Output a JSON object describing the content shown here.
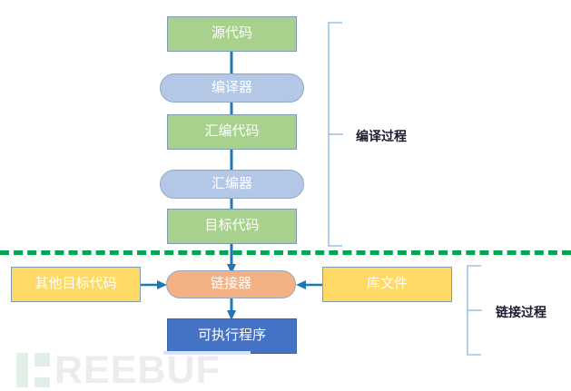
{
  "diagram": {
    "title_text": "",
    "colors": {
      "green": "#a9d18e",
      "blue": "#b4c7e7",
      "yellow": "#ffd966",
      "orange": "#f4b183",
      "navy": "#4472c4",
      "arrow": "#1f78b4",
      "divider": "#00a650",
      "bracket": "#9dc3e6",
      "label": "#1a1a2e"
    },
    "nodes": {
      "source_code": "源代码",
      "compiler": "编译器",
      "assembly_code": "汇编代码",
      "assembler": "汇编器",
      "object_code": "目标代码",
      "other_object_code": "其他目标代码",
      "linker": "链接器",
      "library_file": "库文件",
      "executable_program": "可执行程序"
    },
    "brackets": {
      "compile_process": "编译过程",
      "link_process": "链接过程"
    },
    "watermark": {
      "text": "REEBUF"
    }
  }
}
